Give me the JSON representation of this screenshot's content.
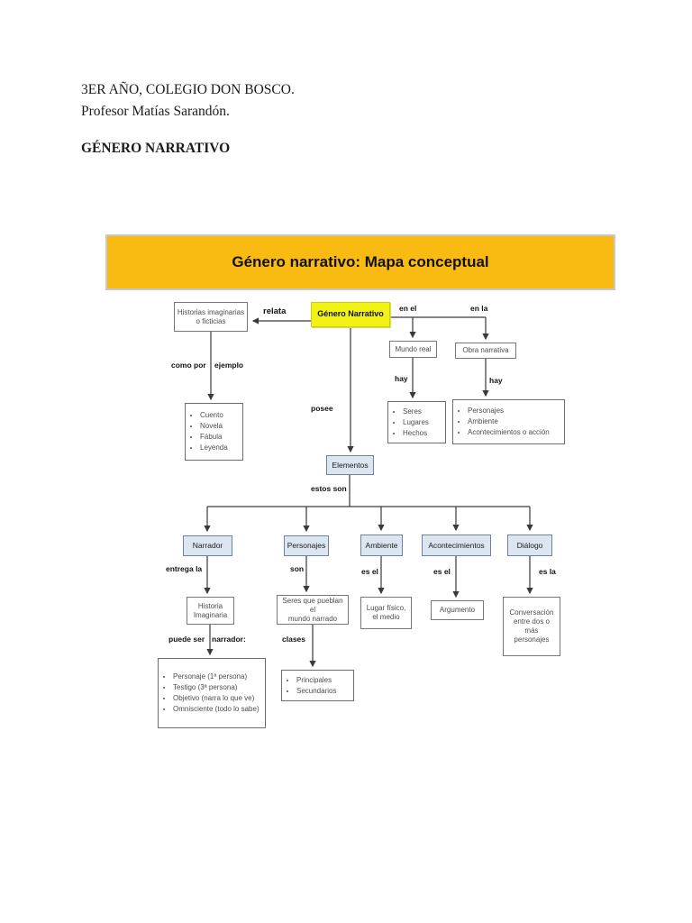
{
  "document": {
    "line1": "3ER AÑO, COLEGIO DON BOSCO.",
    "line2": "Profesor Matías Sarandón.",
    "heading": "GÉNERO NARRATIVO"
  },
  "map": {
    "title": "Género narrativo: Mapa conceptual",
    "colors": {
      "banner": "#F9BB11",
      "banner_border": "#C8C8C8",
      "highlight": "#F2F215",
      "node_blue": "#DCE6F1",
      "node_blue_border": "#6E83A1",
      "line": "#3A3A3A"
    },
    "nodes": {
      "historias": "Historias imaginarias\no ficticias",
      "genero": "Género Narrativo",
      "mundo_real": "Mundo real",
      "obra_narrativa": "Obra narrativa",
      "elementos": "Elementos",
      "narrador": "Narrador",
      "personajes": "Personajes",
      "ambiente": "Ambiente",
      "acontecimientos": "Acontecimientos",
      "dialogo": "Diálogo",
      "historia_imaginaria": "Historia\nImaginaria",
      "seres_pueblan": "Seres que pueblan el\nmundo narrado",
      "lugar_fisico": "Lugar físico,\nel medio",
      "argumento": "Argumento",
      "conversacion": "Conversación\nentre dos o\nmás\npersonajes"
    },
    "lists": {
      "ejemplos": [
        "Cuento",
        "Novela",
        "Fábula",
        "Leyenda"
      ],
      "mundo_real_hay": [
        "Seres",
        "Lugares",
        "Hechos"
      ],
      "obra_narrativa_hay": [
        "Personajes",
        "Ambiente",
        "Acontecimientos o acción"
      ],
      "tipos_narrador": [
        "Personaje (1ª persona)",
        "Testigo (3ª persona)",
        "Objetivo (narra lo que ve)",
        "Omnisciente (todo lo sabe)"
      ],
      "clases_personajes": [
        "Principales",
        "Secundarios"
      ]
    },
    "labels": {
      "relata": "relata",
      "en_el": "en el",
      "en_la": "en la",
      "como_por": "como por",
      "ejemplo": "ejemplo",
      "hay1": "hay",
      "hay2": "hay",
      "posee": "posee",
      "estos_son": "estos son",
      "entrega_la": "entrega la",
      "son": "son",
      "es_el_1": "es el",
      "es_el_2": "es el",
      "es_la": "es la",
      "puede_ser": "puede ser",
      "narrador": "narrador:",
      "clases": "clases"
    }
  }
}
